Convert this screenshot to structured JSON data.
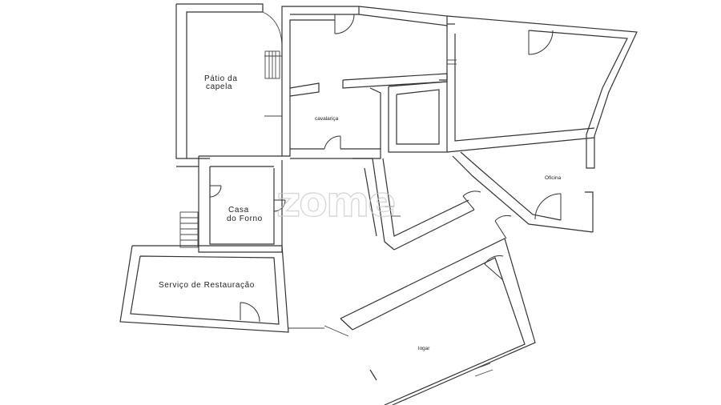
{
  "plan": {
    "rooms": [
      {
        "id": "patio",
        "lines": [
          "Pátio da",
          "capela"
        ]
      },
      {
        "id": "cavalarica",
        "lines": [
          "cavalariça"
        ]
      },
      {
        "id": "casa-forno",
        "lines": [
          "Casa",
          "do Forno"
        ]
      },
      {
        "id": "oficina",
        "lines": [
          "Oficina"
        ]
      },
      {
        "id": "servico",
        "lines": [
          "Serviço de Restauração"
        ]
      },
      {
        "id": "logar",
        "lines": [
          "logar"
        ]
      }
    ],
    "watermark": "zome",
    "colors": {
      "wall": "#333333",
      "watermark": "#c8c8c8",
      "background": "#ffffff"
    }
  }
}
